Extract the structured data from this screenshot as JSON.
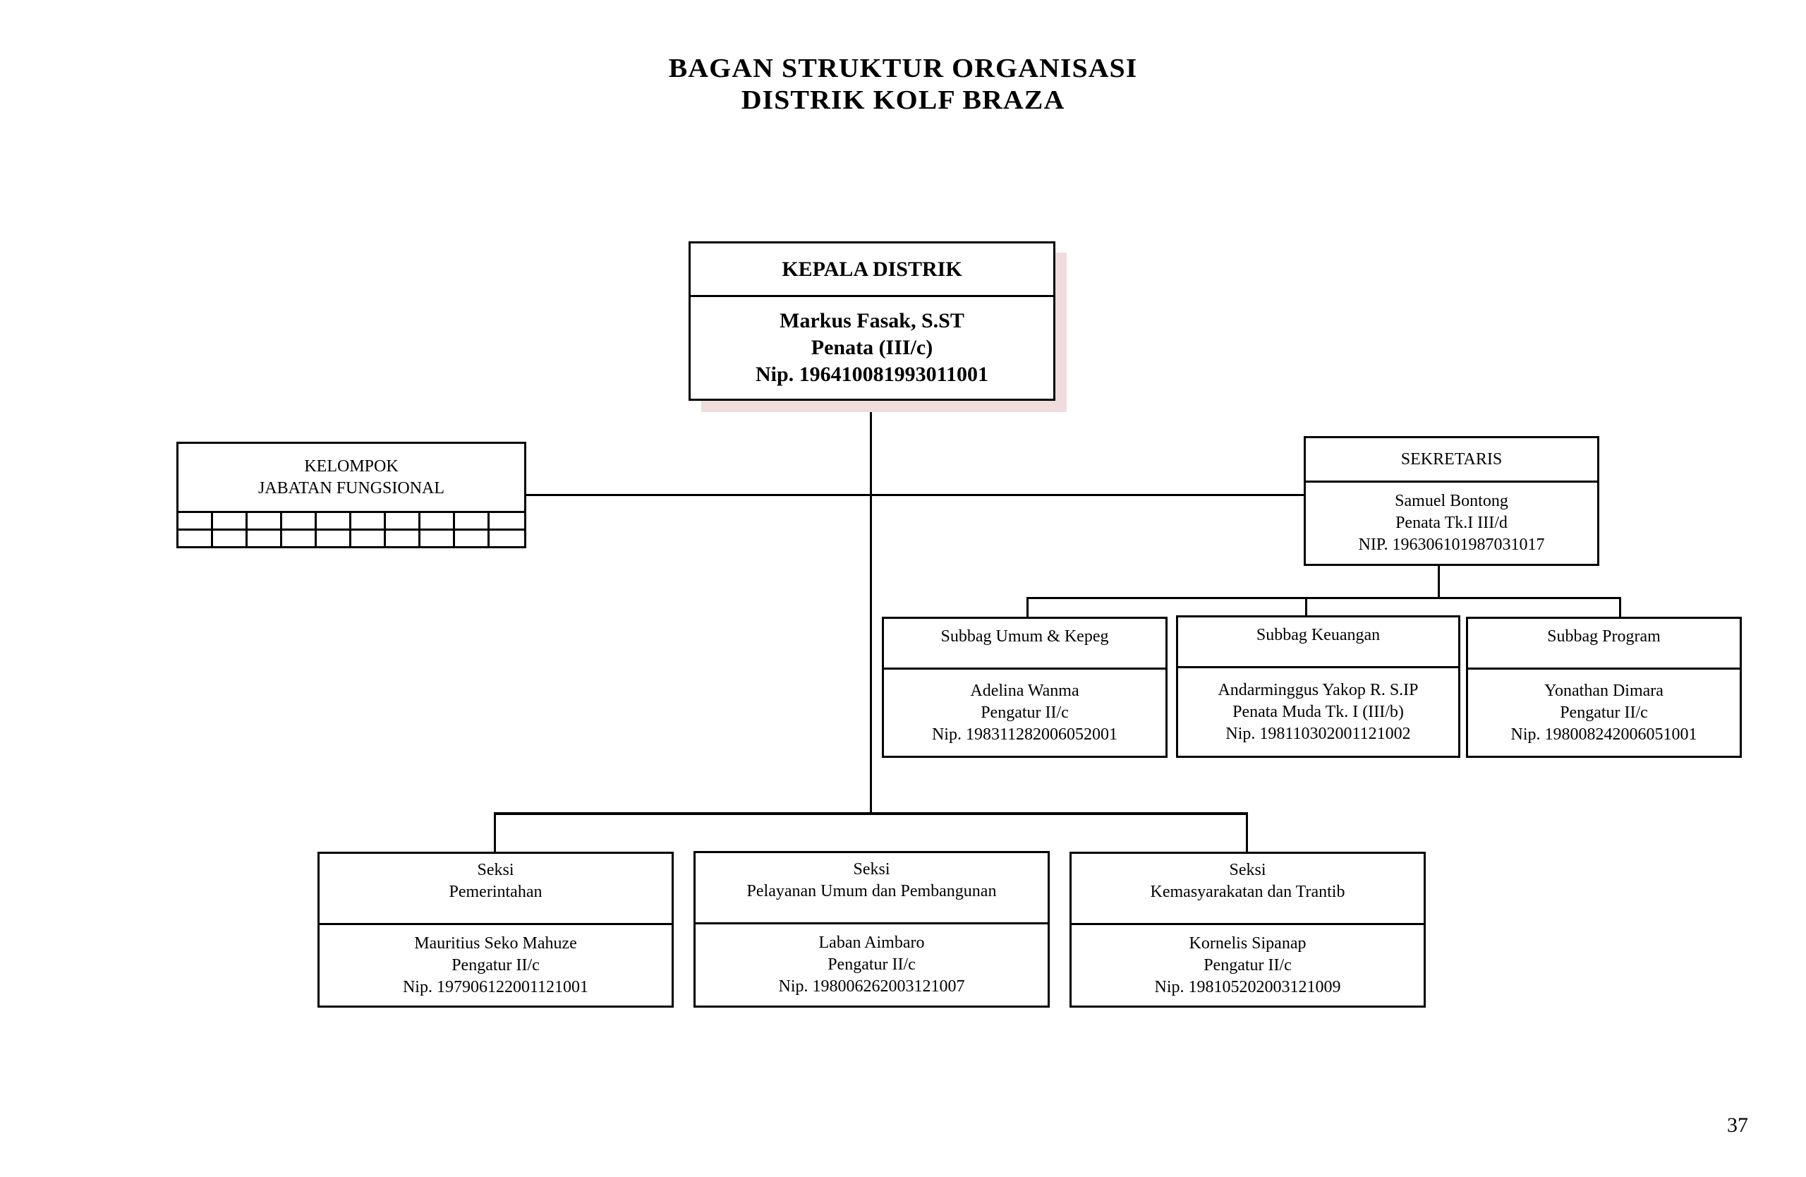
{
  "title": {
    "line1": "BAGAN STRUKTUR ORGANISASI",
    "line2": "DISTRIK  KOLF BRAZA"
  },
  "head": {
    "position": "KEPALA DISTRIK",
    "name": "Markus Fasak, S.ST",
    "rank": "Penata (III/c)",
    "nip": "Nip. 196410081993011001"
  },
  "functional_group": {
    "line1": "KELOMPOK",
    "line2": "JABATAN FUNGSIONAL"
  },
  "secretary": {
    "position": "SEKRETARIS",
    "name": "Samuel Bontong",
    "rank": "Penata  Tk.I III/d",
    "nip": "NIP. 196306101987031017"
  },
  "subdivisions": [
    {
      "position": "Subbag Umum & Kepeg",
      "name": "Adelina Wanma",
      "rank": "Pengatur II/c",
      "nip": "Nip. 198311282006052001"
    },
    {
      "position": "Subbag Keuangan",
      "name": "Andarminggus Yakop R. S.IP",
      "rank": "Penata Muda Tk. I (III/b)",
      "nip": "Nip. 198110302001121002"
    },
    {
      "position": "Subbag Program",
      "name": "Yonathan Dimara",
      "rank": "Pengatur  II/c",
      "nip": "Nip. 198008242006051001"
    }
  ],
  "sections": [
    {
      "label": "Seksi",
      "unit": "Pemerintahan",
      "name": "Mauritius Seko Mahuze",
      "rank": "Pengatur II/c",
      "nip": "Nip. 197906122001121001"
    },
    {
      "label": "Seksi",
      "unit": "Pelayanan Umum dan Pembangunan",
      "name": "Laban Aimbaro",
      "rank": "Pengatur II/c",
      "nip": "Nip. 198006262003121007"
    },
    {
      "label": "Seksi",
      "unit": "Kemasyarakatan dan Trantib",
      "name": "Kornelis Sipanap",
      "rank": "Pengatur II/c",
      "nip": "Nip. 198105202003121009"
    }
  ],
  "page_number": "37"
}
